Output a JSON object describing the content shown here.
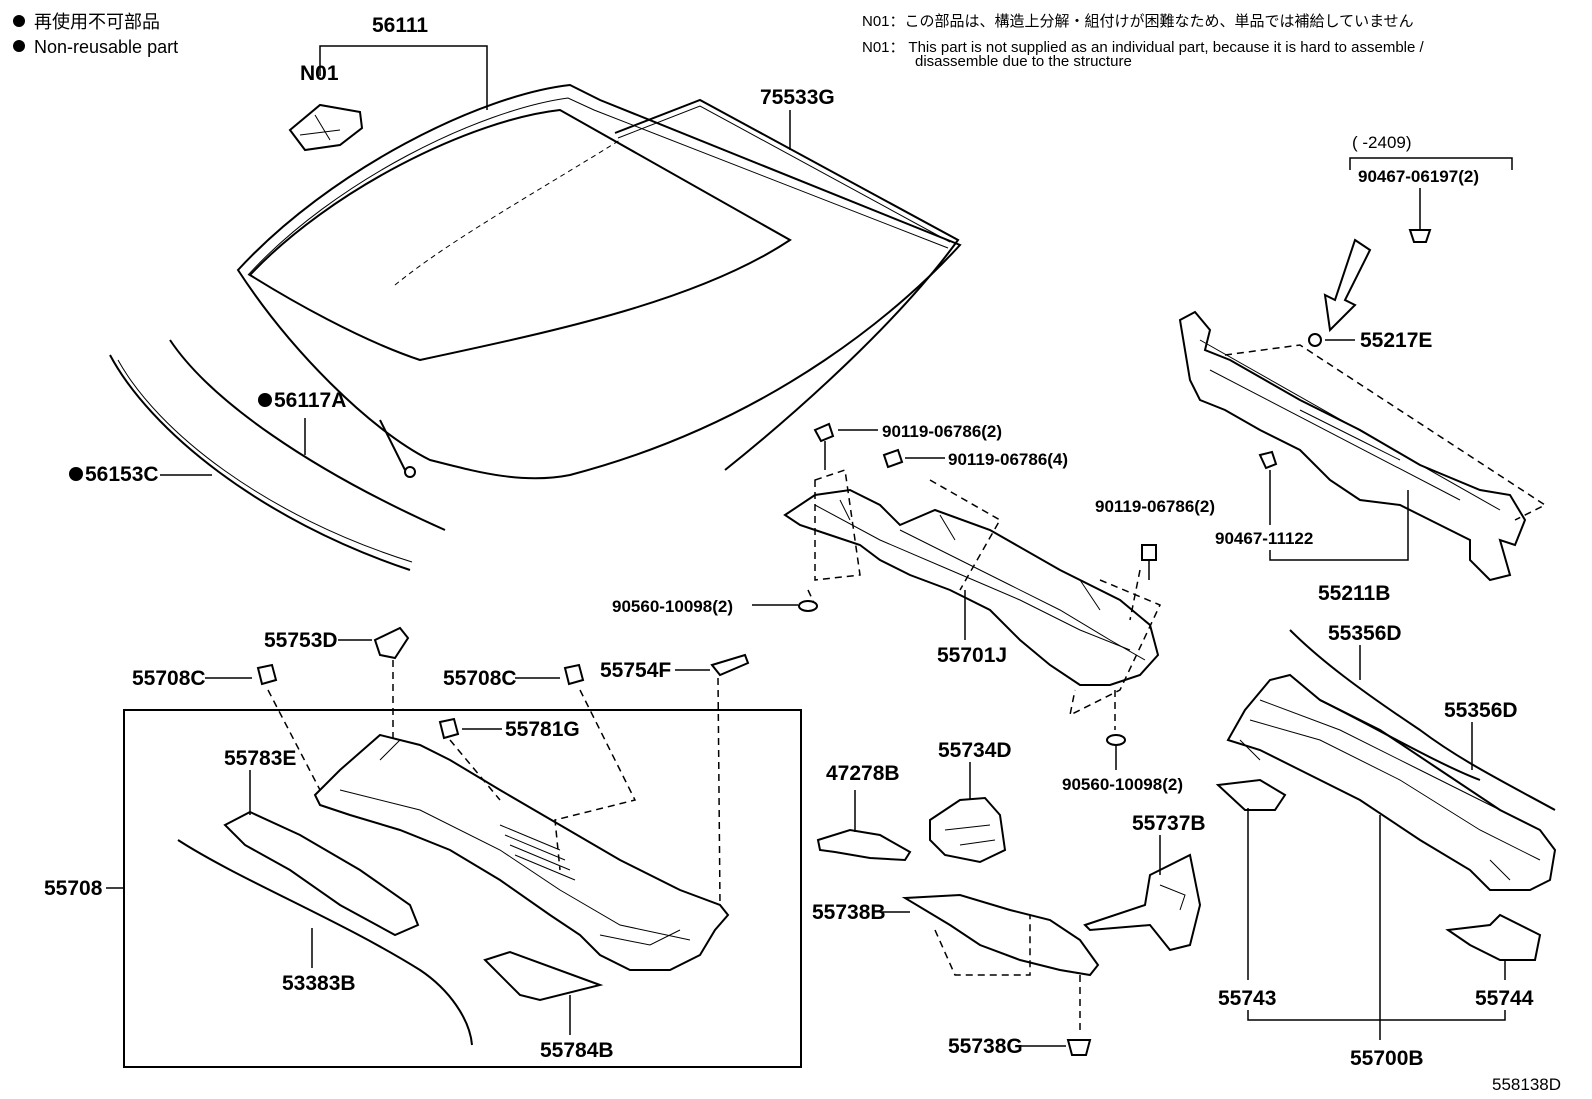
{
  "legend": {
    "line1": "再使用不可部品",
    "line2": "Non-reusable part"
  },
  "notes": {
    "ja_line": "N01：この部品は、構造上分解・組付けが困難なため、単品では補給していません",
    "en_line1": "N01： This part is not supplied as an individual part, because it is hard to assemble /",
    "en_line2": "disassemble due to the structure"
  },
  "range_note": "(      -2409)",
  "reference": "558138D",
  "labels": {
    "p56111": "56111",
    "n01": "N01",
    "p75533G": "75533G",
    "p56117A": "56117A",
    "p56153C": "56153C",
    "p90467_06197": "90467-06197(2)",
    "p55217E": "55217E",
    "p90467_11122": "90467-11122",
    "p55211B": "55211B",
    "p90119_a": "90119-06786(2)",
    "p90119_b": "90119-06786(4)",
    "p90119_c": "90119-06786(2)",
    "p90560_a": "90560-10098(2)",
    "p90560_b": "90560-10098(2)",
    "p55701J": "55701J",
    "p55753D": "55753D",
    "p55708C_a": "55708C",
    "p55708C_b": "55708C",
    "p55754F": "55754F",
    "p55781G": "55781G",
    "p55783E": "55783E",
    "p55708": "55708",
    "p53383B": "53383B",
    "p55784B": "55784B",
    "p47278B": "47278B",
    "p55734D": "55734D",
    "p55737B": "55737B",
    "p55738B": "55738B",
    "p55738G": "55738G",
    "p55356D_a": "55356D",
    "p55356D_b": "55356D",
    "p55743": "55743",
    "p55744": "55744",
    "p55700B": "55700B"
  }
}
